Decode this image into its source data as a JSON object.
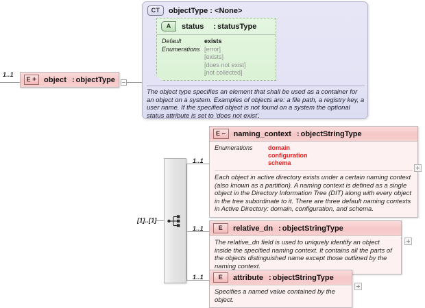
{
  "diagram": {
    "type": "xsd-schema-diagram",
    "colors": {
      "element_header": "#f6c7c7",
      "element_body": "#fdf1f1",
      "complextype_fill": "#e3e3f5",
      "attribute_fill": "#dbf2d6",
      "compositor_fill": "#e4e4e4",
      "enumeration_red": "#e02020",
      "enumeration_gray": "#8f8f8f"
    }
  },
  "object_element": {
    "cardinality": "1..1",
    "badge": "E",
    "badge_sign": "+",
    "name": "object",
    "separator": ":",
    "type": "objectType"
  },
  "complex_type": {
    "badge": "CT",
    "title": "objectType : <None>",
    "attribute": {
      "badge": "A",
      "name": "status",
      "separator": ":",
      "type": "statusType",
      "labels": {
        "default": "Default",
        "enumerations": "Enumerations"
      },
      "default_value": "exists",
      "enumerations": [
        "[error]",
        "[exists]",
        "[does not exist]",
        "[not collected]"
      ]
    },
    "documentation": "The object type specifies an element that shall be used as a container for an object on a system. Examples of objects are: a file path, a registry key, a user name. If the specified object is not found on a system the optional status attribute is set to 'does not exist'."
  },
  "compositor": {
    "icon": "sequence-icon",
    "cardinality": "[1]..[1]"
  },
  "children": [
    {
      "cardinality": "1..1",
      "badge": "E",
      "badge_sign": "–",
      "name": "naming_context",
      "separator": ":",
      "type": "objectStringType",
      "enumerations_label": "Enumerations",
      "enumerations": [
        "domain",
        "configuration",
        "schema"
      ],
      "documentation": "Each object in active directory exists under a certain naming context (also known as a partition).  A naming context is defined as a single object in the Directory Information Tree (DIT) along with every object in the tree subordinate to it.  There are three default naming contexts in Active Directory: domain, configuration, and schema.",
      "expander": "+"
    },
    {
      "cardinality": "1..1",
      "badge": "E",
      "badge_sign": "",
      "name": "relative_dn",
      "separator": ":",
      "type": "objectStringType",
      "documentation": "The relative_dn field is used to uniquely identify an object inside the specified naming context.  It contains all the parts of the objects distinguished name except those outlined by the naming context.",
      "expander": "+"
    },
    {
      "cardinality": "1..1",
      "badge": "E",
      "badge_sign": "",
      "name": "attribute",
      "separator": ":",
      "type": "objectStringType",
      "documentation": "Specifies a named value contained by the object.",
      "expander": "+"
    }
  ]
}
